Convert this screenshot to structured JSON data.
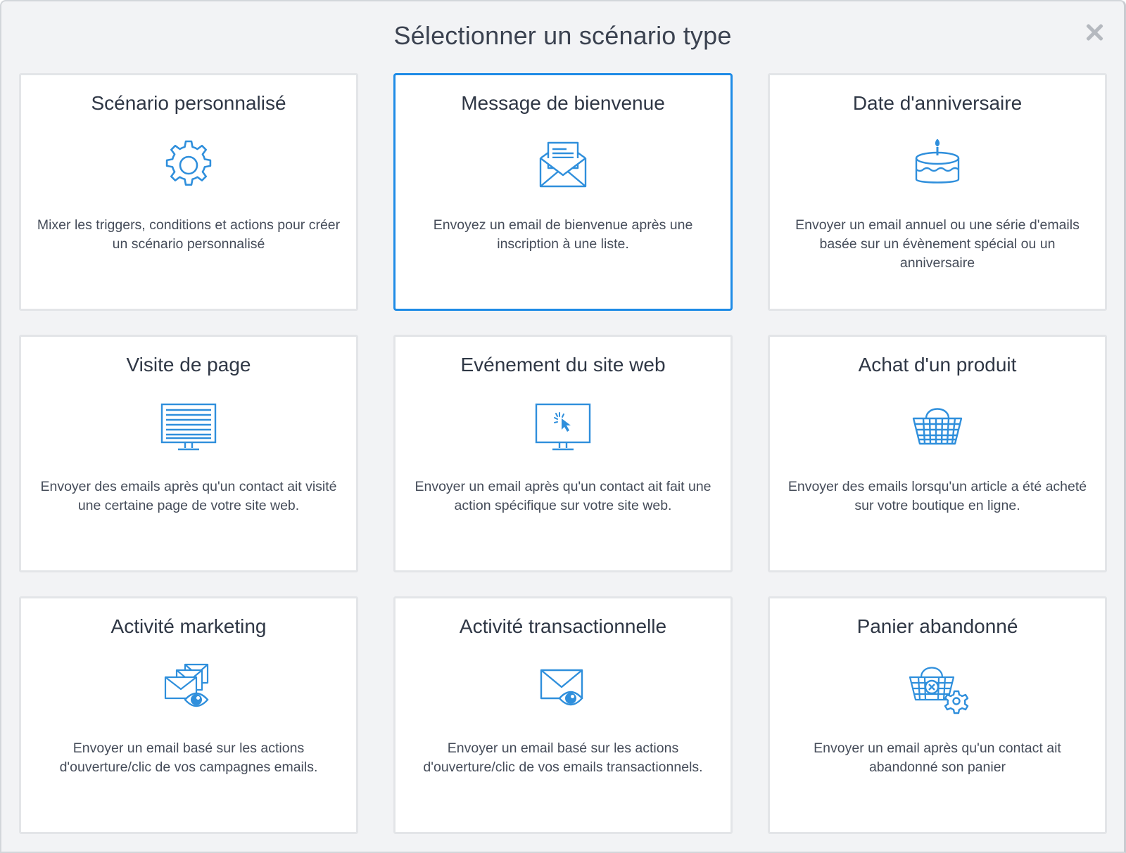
{
  "modal": {
    "title": "Sélectionner un scénario type",
    "close_icon": "close-icon"
  },
  "colors": {
    "accent": "#1e8be6",
    "icon": "#2f8fdc",
    "card_border": "#e3e5e8",
    "background": "#f2f3f5"
  },
  "cards": [
    {
      "title": "Scénario personnalisé",
      "icon": "gear-icon",
      "description": "Mixer les triggers, conditions et actions pour créer un scénario personnalisé",
      "selected": false
    },
    {
      "title": "Message de bienvenue",
      "icon": "welcome-envelope-icon",
      "description": "Envoyez un email de bienvenue après une inscription à une liste.",
      "selected": true
    },
    {
      "title": "Date d'anniversaire",
      "icon": "birthday-cake-icon",
      "description": "Envoyer un email annuel ou une série d'emails basée sur un évènement spécial ou un anniversaire",
      "selected": false
    },
    {
      "title": "Visite de page",
      "icon": "monitor-page-icon",
      "description": "Envoyer des emails après qu'un contact ait visité une certaine page de votre site web.",
      "selected": false
    },
    {
      "title": "Evénement du site web",
      "icon": "monitor-click-icon",
      "description": "Envoyer un email après qu'un contact ait fait une action spécifique sur votre site web.",
      "selected": false
    },
    {
      "title": "Achat d'un produit",
      "icon": "shopping-basket-icon",
      "description": "Envoyer des emails lorsqu'un article a été acheté sur votre boutique en ligne.",
      "selected": false
    },
    {
      "title": "Activité marketing",
      "icon": "emails-eye-icon",
      "description": "Envoyer un email basé sur les actions d'ouverture/clic de vos campagnes emails.",
      "selected": false
    },
    {
      "title": "Activité transactionnelle",
      "icon": "email-eye-icon",
      "description": "Envoyer un email basé sur les actions d'ouverture/clic de vos emails transactionnels.",
      "selected": false
    },
    {
      "title": "Panier abandonné",
      "icon": "abandoned-cart-icon",
      "description": "Envoyer un email après qu'un contact ait abandonné son panier",
      "selected": false
    }
  ]
}
